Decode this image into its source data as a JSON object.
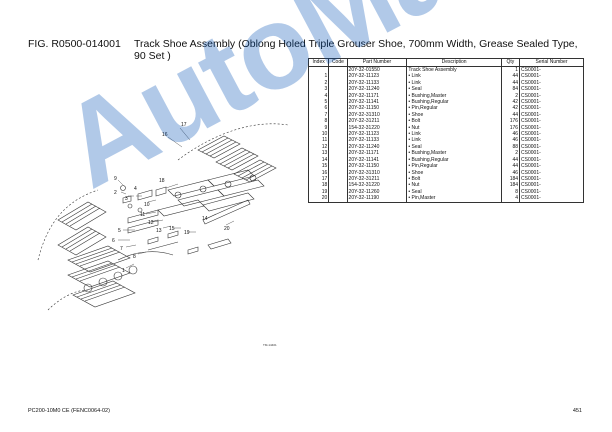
{
  "header": {
    "fig_no": "FIG. R0500-014001",
    "title": "Track Shoe Assembly (Oblong Holed Triple Grouser Shoe, 700mm Width, Grease Sealed Type, 90 Set )"
  },
  "diagram": {
    "fig_code": "TM-14401",
    "callouts": [
      "17",
      "16",
      "9",
      "2",
      "3",
      "4",
      "18",
      "10",
      "11",
      "12",
      "13",
      "5",
      "6",
      "7",
      "8",
      "14",
      "15",
      "19",
      "20",
      "1"
    ]
  },
  "table": {
    "headers": [
      "Index",
      "Code",
      "Part Number",
      "Description",
      "Qty",
      "Serial Number"
    ],
    "rows": [
      {
        "index": "",
        "code": "",
        "part": "20Y-32-01550",
        "desc": "Track Shoe Assembly",
        "qty": "1",
        "serial": "CS0001-"
      },
      {
        "index": "1",
        "code": "",
        "part": "20Y-32-11123",
        "desc": "• Link",
        "qty": "44",
        "serial": "CS0001-"
      },
      {
        "index": "2",
        "code": "",
        "part": "20Y-32-11133",
        "desc": "• Link",
        "qty": "44",
        "serial": "CS0001-"
      },
      {
        "index": "3",
        "code": "",
        "part": "20Y-32-11240",
        "desc": "• Seal",
        "qty": "84",
        "serial": "CS0001-"
      },
      {
        "index": "4",
        "code": "",
        "part": "20Y-32-11171",
        "desc": "• Bushing,Master",
        "qty": "2",
        "serial": "CS0001-"
      },
      {
        "index": "5",
        "code": "",
        "part": "20Y-32-11141",
        "desc": "• Bushing,Regular",
        "qty": "42",
        "serial": "CS0001-"
      },
      {
        "index": "6",
        "code": "",
        "part": "20Y-32-11150",
        "desc": "• Pin,Regular",
        "qty": "42",
        "serial": "CS0001-"
      },
      {
        "index": "7",
        "code": "",
        "part": "20Y-32-31310",
        "desc": "• Shoe",
        "qty": "44",
        "serial": "CS0001-"
      },
      {
        "index": "8",
        "code": "",
        "part": "20Y-32-31211",
        "desc": "• Bolt",
        "qty": "176",
        "serial": "CS0001-"
      },
      {
        "index": "9",
        "code": "",
        "part": "154-32-31220",
        "desc": "• Nut",
        "qty": "176",
        "serial": "CS0001-"
      },
      {
        "index": "10",
        "code": "",
        "part": "20Y-32-11123",
        "desc": "• Link",
        "qty": "46",
        "serial": "CS0001-"
      },
      {
        "index": "11",
        "code": "",
        "part": "20Y-32-11133",
        "desc": "• Link",
        "qty": "46",
        "serial": "CS0001-"
      },
      {
        "index": "12",
        "code": "",
        "part": "20Y-32-11240",
        "desc": "• Seal",
        "qty": "88",
        "serial": "CS0001-"
      },
      {
        "index": "13",
        "code": "",
        "part": "20Y-32-11171",
        "desc": "• Bushing,Master",
        "qty": "2",
        "serial": "CS0001-"
      },
      {
        "index": "14",
        "code": "",
        "part": "20Y-32-11141",
        "desc": "• Bushing,Regular",
        "qty": "44",
        "serial": "CS0001-"
      },
      {
        "index": "15",
        "code": "",
        "part": "20Y-32-11150",
        "desc": "• Pin,Regular",
        "qty": "44",
        "serial": "CS0001-"
      },
      {
        "index": "16",
        "code": "",
        "part": "20Y-32-31310",
        "desc": "• Shoe",
        "qty": "46",
        "serial": "CS0001-"
      },
      {
        "index": "17",
        "code": "",
        "part": "20Y-32-31211",
        "desc": "• Bolt",
        "qty": "184",
        "serial": "CS0001-"
      },
      {
        "index": "18",
        "code": "",
        "part": "154-32-31220",
        "desc": "• Nut",
        "qty": "184",
        "serial": "CS0001-"
      },
      {
        "index": "19",
        "code": "",
        "part": "20Y-32-11260",
        "desc": "• Seal",
        "qty": "8",
        "serial": "CS0001-"
      },
      {
        "index": "20",
        "code": "",
        "part": "20Y-32-11190",
        "desc": "• Pin,Master",
        "qty": "4",
        "serial": "CS0001-"
      }
    ]
  },
  "footer": {
    "left": "PC200-10M0 CE (FENC0064-02)",
    "right": "451"
  },
  "watermark": {
    "text": "AutoManual",
    "color": "#0050b4"
  }
}
